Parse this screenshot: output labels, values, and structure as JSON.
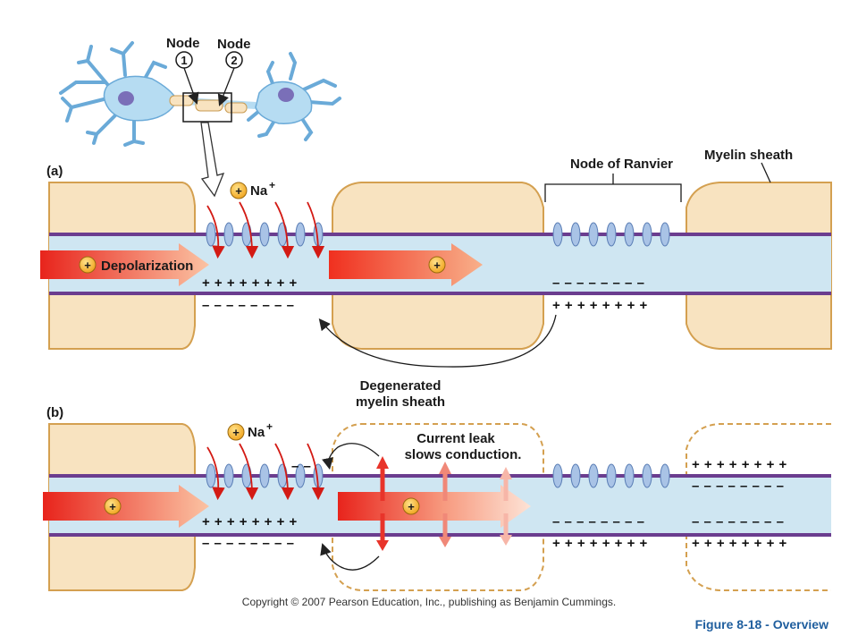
{
  "node1_label": "Node",
  "node1_number": "1",
  "node2_label": "Node",
  "node2_number": "2",
  "panel_a_label": "(a)",
  "panel_b_label": "(b)",
  "na_label": "Na",
  "na_charge": "+",
  "plus_symbol": "+",
  "depolarization_label": "Depolarization",
  "node_of_ranvier_label": "Node of Ranvier",
  "myelin_sheath_label": "Myelin sheath",
  "degenerated_line1": "Degenerated",
  "degenerated_line2": "myelin sheath",
  "current_leak_line1": "Current leak",
  "current_leak_line2": "slows conduction.",
  "plus_row": "+ + + + + + + +",
  "minus_row": "– – – – – – – –",
  "minus_pair": "–   –",
  "copyright": "Copyright © 2007 Pearson Education, Inc., publishing as Benjamin Cummings.",
  "figure_label": "Figure 8-18 - Overview",
  "colors": {
    "myelin": "#f8e3c0",
    "myelin_border": "#d4a050",
    "axon": "#cfe6f2",
    "membrane": "#6b3d8f",
    "channel": "#a9c3e6",
    "neuron": "#b6dcf2",
    "nucleus": "#7a6fb8",
    "arrow_red": "#e8241c",
    "figure_blue": "#1f5e9e"
  }
}
